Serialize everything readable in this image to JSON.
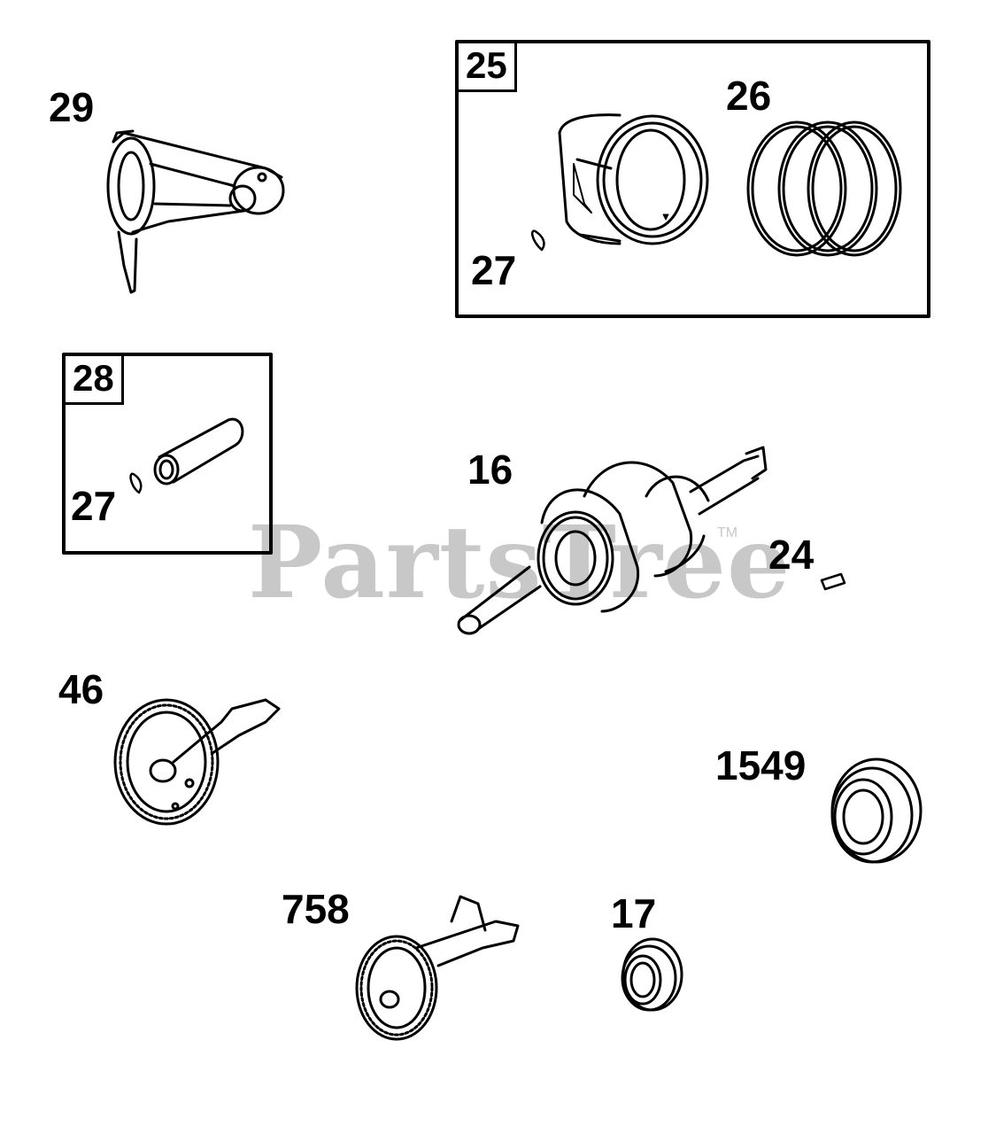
{
  "diagram": {
    "callouts": {
      "p29": "29",
      "p25": "25",
      "p26": "26",
      "p27a": "27",
      "p28": "28",
      "p27b": "27",
      "p16": "16",
      "p24": "24",
      "p46": "46",
      "p1549": "1549",
      "p758": "758",
      "p17": "17"
    },
    "watermark": {
      "text": "PartsTree",
      "trademark": "TM",
      "color": "#c8c8c8"
    },
    "colors": {
      "line": "#000000",
      "background": "#ffffff"
    }
  }
}
